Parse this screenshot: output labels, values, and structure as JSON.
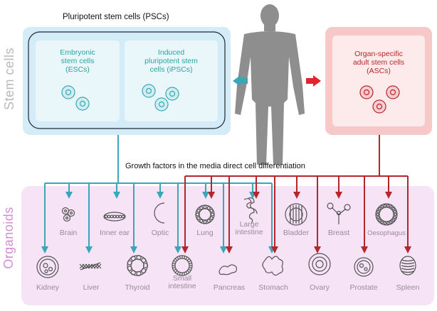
{
  "top_title": "Pluripotent stem cells (PSCs)",
  "stem_cells_label": "Stem cells",
  "organoids_label": "Organoids",
  "growth_factors_label": "Growth factors in the media direct cell differentiation",
  "psc_boxes": [
    {
      "lines": [
        "Embryonic",
        "stem cells",
        "(ESCs)"
      ]
    },
    {
      "lines": [
        "Induced",
        "pluripotent stem",
        "cells (iPSCs)"
      ]
    }
  ],
  "asc_box": {
    "lines": [
      "Organ-specific",
      "adult stem cells",
      "(ASCs)"
    ]
  },
  "organoids_row1": [
    {
      "label": "Brain",
      "icon": "brain-icon"
    },
    {
      "label": "Inner ear",
      "icon": "inner-ear-icon"
    },
    {
      "label": "Optic",
      "icon": "optic-icon"
    },
    {
      "label": "Lung",
      "icon": "lung-icon"
    },
    {
      "label": "Large intestine",
      "icon": "large-intestine-icon"
    },
    {
      "label": "Bladder",
      "icon": "bladder-icon"
    },
    {
      "label": "Breast",
      "icon": "breast-icon"
    },
    {
      "label": "Oesophagus",
      "icon": "oesophagus-icon"
    }
  ],
  "organoids_row2": [
    {
      "label": "Kidney",
      "icon": "kidney-icon"
    },
    {
      "label": "Liver",
      "icon": "liver-icon"
    },
    {
      "label": "Thyroid",
      "icon": "thyroid-icon"
    },
    {
      "label": "Small intestine",
      "icon": "small-intestine-icon"
    },
    {
      "label": "Pancreas",
      "icon": "pancreas-icon"
    },
    {
      "label": "Stomach",
      "icon": "stomach-icon"
    },
    {
      "label": "Ovary",
      "icon": "ovary-icon"
    },
    {
      "label": "Prostate",
      "icon": "prostate-icon"
    },
    {
      "label": "Spleen",
      "icon": "spleen-icon"
    }
  ],
  "colors": {
    "blue_arrow": "#3aa6b8",
    "red_arrow": "#b5262c",
    "psc_panel": "#d3ecf7",
    "psc_inner": "#e9f7fb",
    "psc_text": "#2aa4a0",
    "asc_panel": "#f7c8c8",
    "asc_inner": "#fdeaea",
    "asc_text": "#b9262c",
    "organoid_panel": "#f6e3f6",
    "label_gray": "#b8b8b8",
    "organoid_label": "#9a8a9a",
    "icon_stroke": "#555555",
    "silhouette": "#8e8e8e"
  }
}
